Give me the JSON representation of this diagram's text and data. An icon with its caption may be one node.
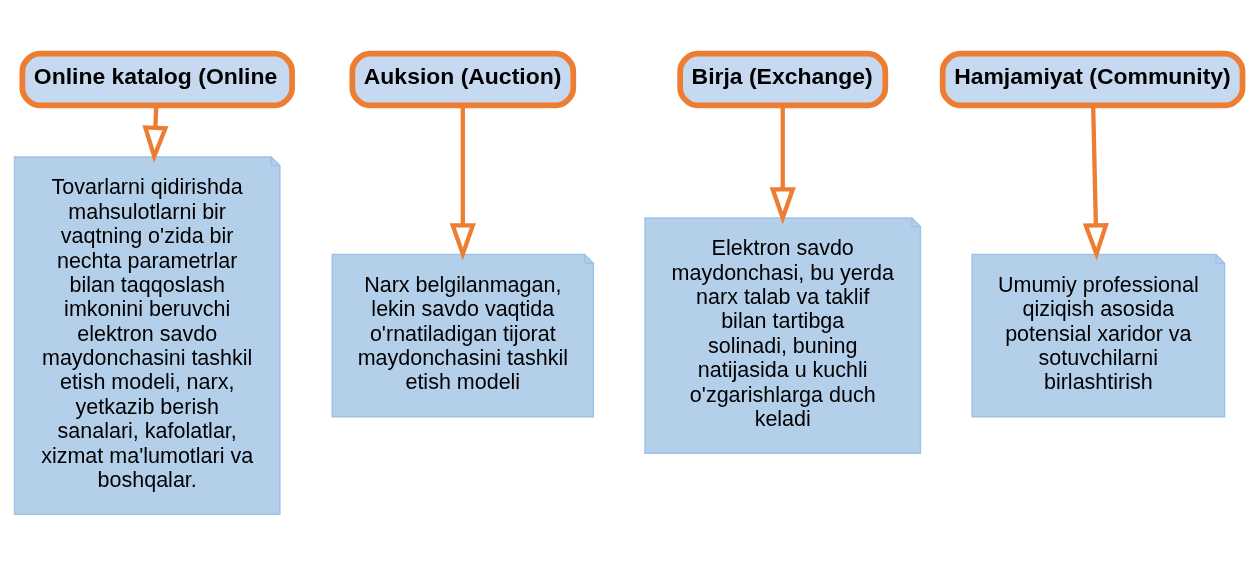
{
  "diagram": {
    "nodes": [
      {
        "text": [
          "Online katalog (Online"
        ]
      },
      {
        "text": [
          "Tovarlarni qidirishda mahsulotlarni bir vaqtning o'zida bir nechta parametrlar bilan taqqoslash imkonini beruvchi elektron savdo maydonchasini tashkil etish modeli, narx, yetkazib berish sanalari, kafolatlar, xizmat ma'lumotlari va boshqalar."
        ]
      },
      {
        "text": [
          "Auksion (Auction)"
        ]
      },
      {
        "text": [
          "Narx belgilanmagan, lekin savdo vaqtida o'rnatiladigan tijorat maydonchasini tashkil etish modeli"
        ]
      },
      {
        "text": [
          "Birja (Exchange)"
        ]
      },
      {
        "text": [
          "Elektron savdo maydonchasi, bu yerda narx talab va taklif bilan tartibga solinadi, buning natijasida u kuchli o'zgarishlarga duch keladi"
        ]
      },
      {
        "text": [
          "Hamjamiyat (Community)"
        ]
      },
      {
        "text": [
          "Umumiy professional qiziqish asosida potensial xaridor va sotuvchilarni birlashtirish"
        ]
      }
    ],
    "edges": [
      {
        "from": 0,
        "to": 1,
        "arrow": "to"
      },
      {
        "from": 2,
        "to": 3,
        "arrow": "to"
      },
      {
        "from": 4,
        "to": 5,
        "arrow": "to"
      },
      {
        "from": 6,
        "to": 7,
        "arrow": "to"
      }
    ]
  }
}
